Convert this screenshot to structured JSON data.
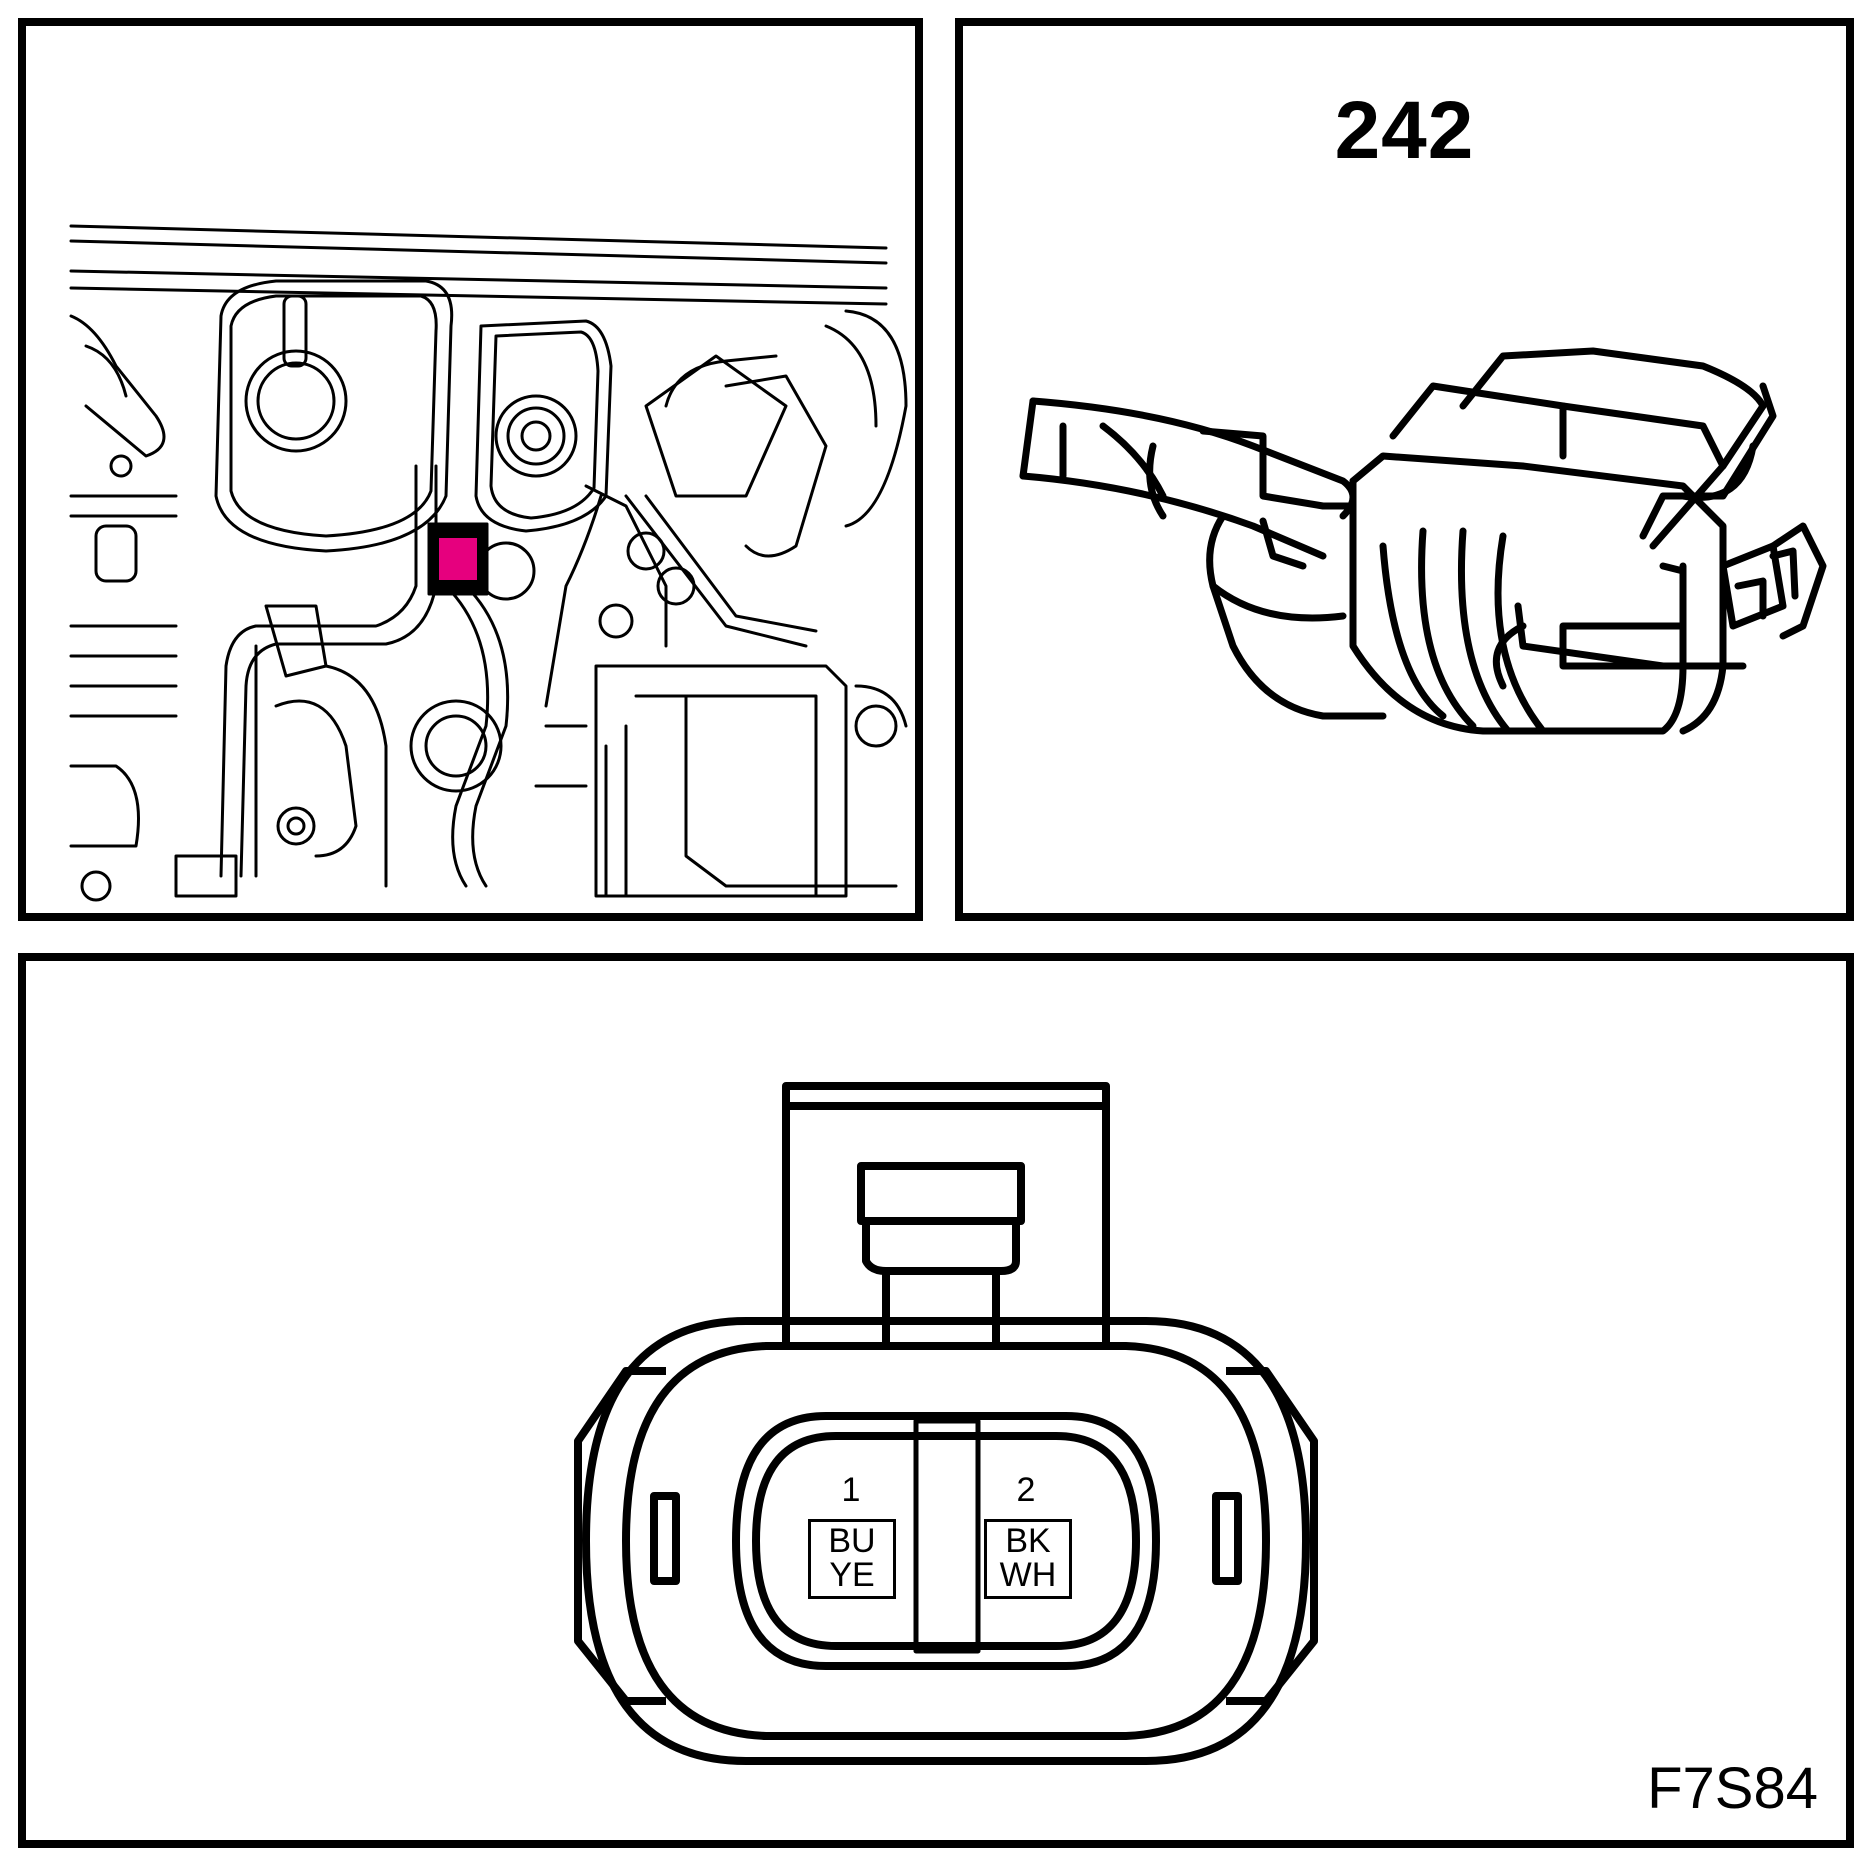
{
  "connector": {
    "number": "242",
    "highlight_color": "#e6007e"
  },
  "pinout": {
    "pins": [
      {
        "number": "1",
        "wire_color_1": "BU",
        "wire_color_2": "YE"
      },
      {
        "number": "2",
        "wire_color_1": "BK",
        "wire_color_2": "WH"
      }
    ]
  },
  "figure": {
    "code": "F7S84"
  }
}
